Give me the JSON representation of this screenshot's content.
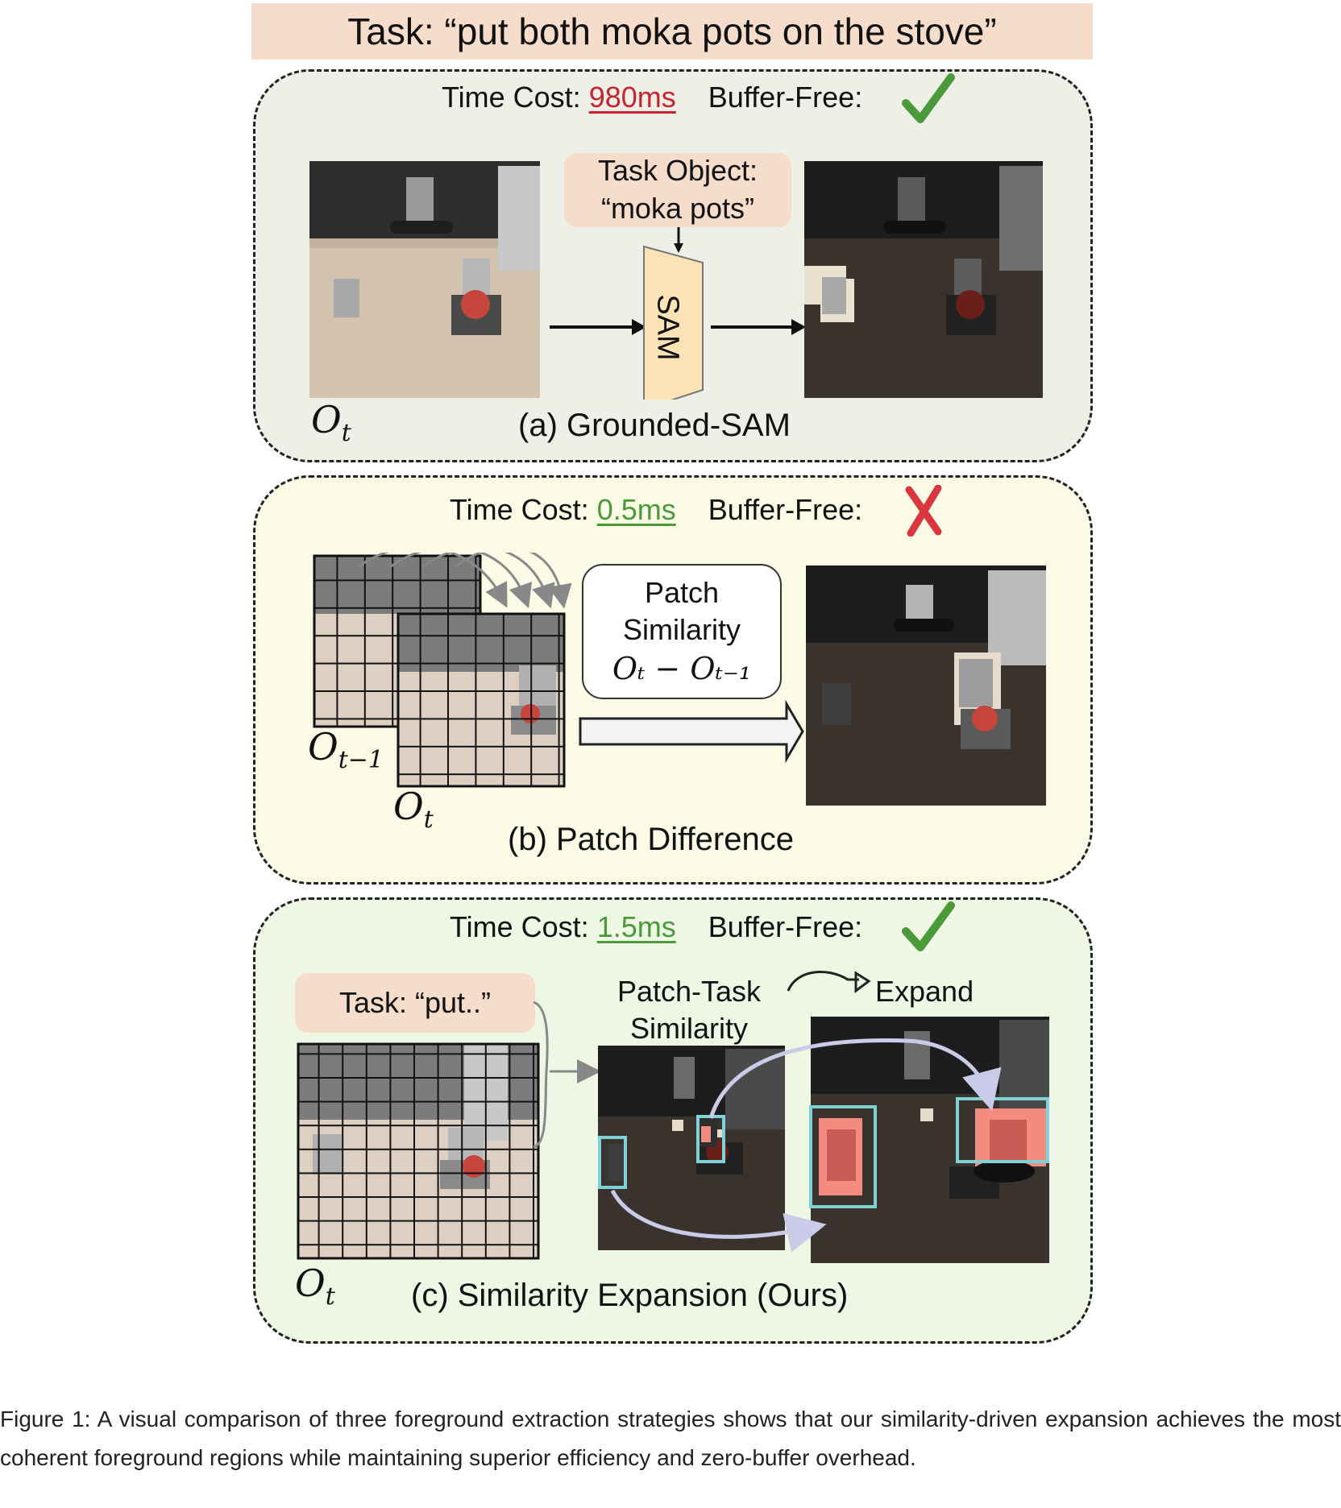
{
  "task_banner": "Task: “put both moka pots on the stove”",
  "panel_a": {
    "time_cost_label": "Time Cost:",
    "time_cost_value": "980ms",
    "buffer_free_label": "Buffer-Free:",
    "buffer_free_icon": "check-icon",
    "task_object_line1": "Task Object:",
    "task_object_line2": "“moka pots”",
    "sam_label": "SAM",
    "obs_label": "O",
    "obs_sub": "t",
    "caption": "(a) Grounded-SAM"
  },
  "panel_b": {
    "time_cost_label": "Time Cost:",
    "time_cost_value": "0.5ms",
    "buffer_free_label": "Buffer-Free:",
    "buffer_free_icon": "cross-icon",
    "box_line1": "Patch",
    "box_line2": "Similarity",
    "box_formula": "Oₜ − Oₜ₋₁",
    "prev_obs_label": "O",
    "prev_obs_sub": "t−1",
    "obs_label": "O",
    "obs_sub": "t",
    "caption": "(b) Patch Difference"
  },
  "panel_c": {
    "time_cost_label": "Time Cost:",
    "time_cost_value": "1.5ms",
    "buffer_free_label": "Buffer-Free:",
    "buffer_free_icon": "check-icon",
    "task_chip": "Task: “put..”",
    "patch_task_line1": "Patch-Task",
    "patch_task_line2": "Similarity",
    "expand_label": "Expand",
    "obs_label": "O",
    "obs_sub": "t",
    "caption": "(c) Similarity Expansion (Ours)"
  },
  "figure_caption": "Figure 1: A visual comparison of three foreground extraction strategies shows that our similarity-driven expansion achieves the most coherent foreground regions while maintaining superior efficiency and zero-buffer overhead.",
  "colors": {
    "banner": "#f6dccb",
    "panel_a_bg": "#eef0e8",
    "panel_b_bg": "#fbfbe6",
    "panel_c_bg": "#eef6e4",
    "time_cost_slow": "#c8232c",
    "time_cost_fast": "#4a9a3a",
    "check": "#4a9a3a",
    "cross": "#d9363e",
    "highlight_box": "#7fd3d6",
    "foreground_tint": "#f28b80",
    "sam_fill": "#fbe3b5"
  }
}
